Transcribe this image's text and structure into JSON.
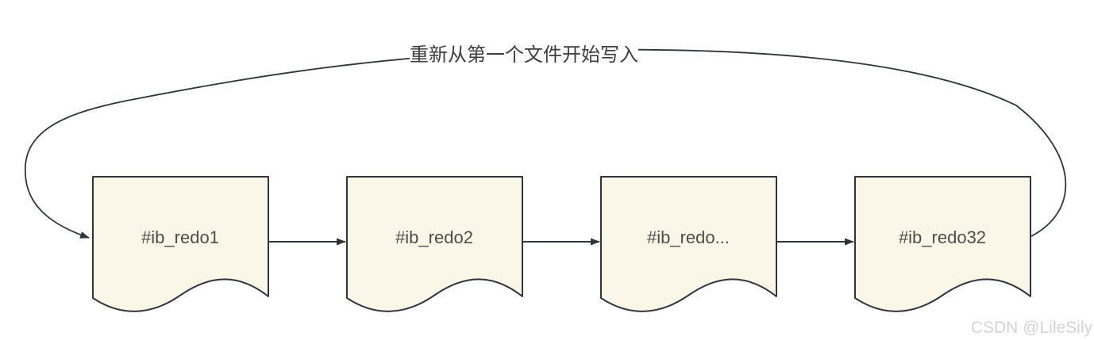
{
  "diagram": {
    "loop_label": "重新从第一个文件开始写入",
    "nodes": [
      {
        "label": "#ib_redo1"
      },
      {
        "label": "#ib_redo2"
      },
      {
        "label": "#ib_redo..."
      },
      {
        "label": "#ib_redo32"
      }
    ],
    "colors": {
      "background": "#FFFFFF",
      "node_fill": "#FAF7E8",
      "node_stroke": "#2F353B",
      "connector": "#2F353B",
      "node_label": "#4D4D4D",
      "loop_label": "#3D3D3D",
      "watermark": "#D4D4D4"
    }
  },
  "watermark": "CSDN @LileSily"
}
